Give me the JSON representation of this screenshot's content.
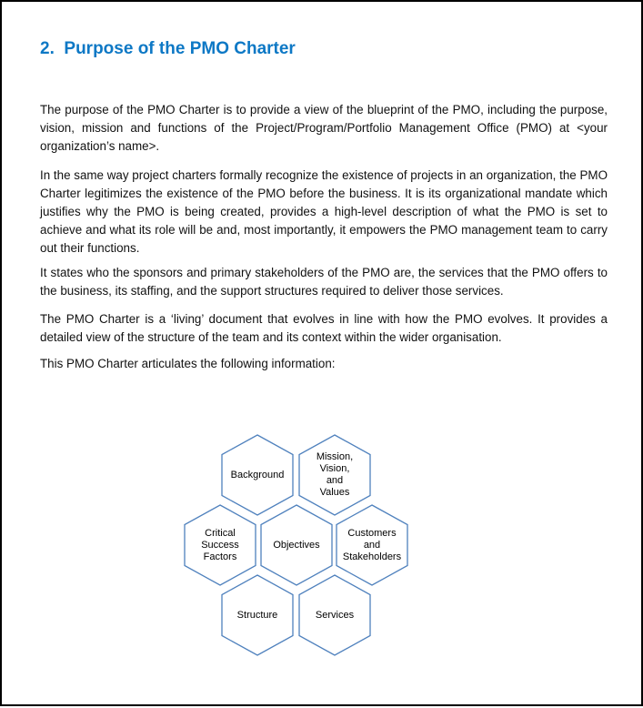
{
  "document": {
    "heading": "2.  Purpose of the PMO Charter",
    "paragraphs": [
      "The purpose of the PMO Charter is to provide a view of the blueprint of the PMO, including the purpose, vision, mission and functions of the Project/Program/Portfolio Management Office (PMO) at <your organization’s name>.",
      "In the same way project charters formally recognize the existence of projects in an organization, the PMO Charter legitimizes the existence of the PMO before the business. It is its organizational mandate which justifies why the PMO is being created, provides a high-level description of what the PMO is set to achieve and what its role will be and, most importantly, it empowers the PMO management team to carry out their functions.",
      "It states who the sponsors and primary stakeholders of the PMO are, the services that the PMO offers to the business, its staffing, and the support structures required to deliver those services.",
      "The PMO Charter is a ‘living’ document that evolves in line with how the PMO evolves. It provides a detailed view of the structure of the team and its context within the wider organisation.",
      "This PMO Charter articulates the following information:"
    ]
  },
  "diagram": {
    "hexagons": [
      {
        "id": "background",
        "label": "Background"
      },
      {
        "id": "mission-vision-values",
        "label": "Mission,\nVision,\nand\nValues"
      },
      {
        "id": "critical-success-factors",
        "label": "Critical\nSuccess\nFactors"
      },
      {
        "id": "objectives",
        "label": "Objectives"
      },
      {
        "id": "customers-stakeholders",
        "label": "Customers\nand\nStakeholders"
      },
      {
        "id": "structure",
        "label": "Structure"
      },
      {
        "id": "services",
        "label": "Services"
      }
    ]
  },
  "colors": {
    "heading": "#0d78c5",
    "hexagon_border": "#4f81bd",
    "body_text": "#111111",
    "page_border": "#000000"
  }
}
